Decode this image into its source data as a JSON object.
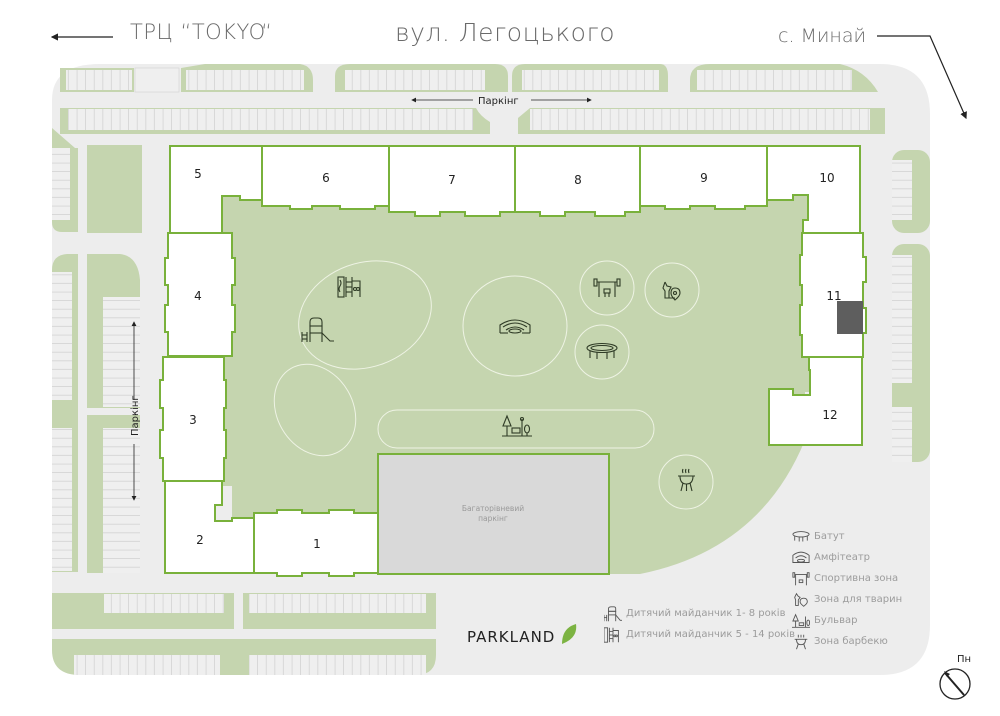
{
  "header": {
    "left_destination": "ТРЦ “TOKYO“",
    "street_name": "вул. Легоцького",
    "right_destination": "с. Минай"
  },
  "parking_labels": {
    "top": "Паркінг",
    "left": "Паркінг"
  },
  "buildings": [
    {
      "number": "1"
    },
    {
      "number": "2"
    },
    {
      "number": "3"
    },
    {
      "number": "4"
    },
    {
      "number": "5"
    },
    {
      "number": "6"
    },
    {
      "number": "7"
    },
    {
      "number": "8"
    },
    {
      "number": "9"
    },
    {
      "number": "10"
    },
    {
      "number": "11"
    },
    {
      "number": "12"
    }
  ],
  "multilevel_parking": {
    "line1": "Багаторівневий",
    "line2": "паркінг"
  },
  "legend": {
    "right": [
      {
        "icon": "trampoline-icon",
        "label": "Батут"
      },
      {
        "icon": "amphitheater-icon",
        "label": "Амфітеатр"
      },
      {
        "icon": "gym-icon",
        "label": "Спортивна зона"
      },
      {
        "icon": "pet-zone-icon",
        "label": "Зона для тварин"
      },
      {
        "icon": "boulevard-icon",
        "label": "Бульвар"
      },
      {
        "icon": "bbq-icon",
        "label": "Зона барбекю"
      }
    ],
    "left": [
      {
        "icon": "playground-slide-icon",
        "label": "Дитячий майданчик 1- 8 років"
      },
      {
        "icon": "playground-climbing-icon",
        "label": "Дитячий майданчик 5 - 14 років"
      }
    ]
  },
  "brand": {
    "logo_text": "PARKLAND",
    "leaf_color": "#7cb342"
  },
  "compass": {
    "label": "Пн"
  },
  "colors": {
    "site_background": "#ededed",
    "green_area": "#c5d5af",
    "building_outline": "#79b13b",
    "building_fill": "#ffffff",
    "parking_garage_fill": "#d9d9d9",
    "highlight_block": "#5e5e5e",
    "icon_stroke": "#2f3b26",
    "zone_outline": "#eef3e4"
  }
}
